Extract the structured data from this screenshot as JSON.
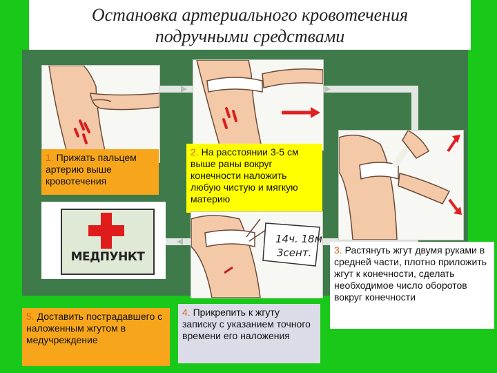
{
  "title": {
    "line1": "Остановка артериального кровотечения",
    "line2": "подручными средствами"
  },
  "steps": [
    {
      "number": "1.",
      "text": "Прижать пальцем артерию выше кровотечения"
    },
    {
      "number": "2.",
      "text": "На расстоянии 3-5 см выше раны вокруг конечности наложить любую чистую и мягкую материю"
    },
    {
      "number": "3.",
      "text": "Растянуть жгут двумя руками в средней части, плотно приложить жгут к конечности, сделать необходимое число оборотов вокруг конечности"
    },
    {
      "number": "4.",
      "text": "Прикрепить к жгуту записку с указанием точного времени его наложения"
    },
    {
      "number": "5.",
      "text": "Доставить пострадавшего с наложенным жгутом в медучреждение"
    }
  ],
  "sign": {
    "text": "МЕДПУНКТ"
  },
  "note": {
    "line1": "14ч. 18м",
    "line2": "3сент."
  },
  "icons": [
    "red-cross-icon",
    "arm-illustration",
    "tourniquet-illustration",
    "red-arrow-icon"
  ],
  "colors": {
    "background": "#19c819",
    "panel": "#3e7a4a",
    "step_yellow": "#ffff00",
    "step_orange": "#f7a61b",
    "step_lavender": "#dcdce9",
    "number": "#d4651a",
    "blood": "#d81e1e"
  }
}
